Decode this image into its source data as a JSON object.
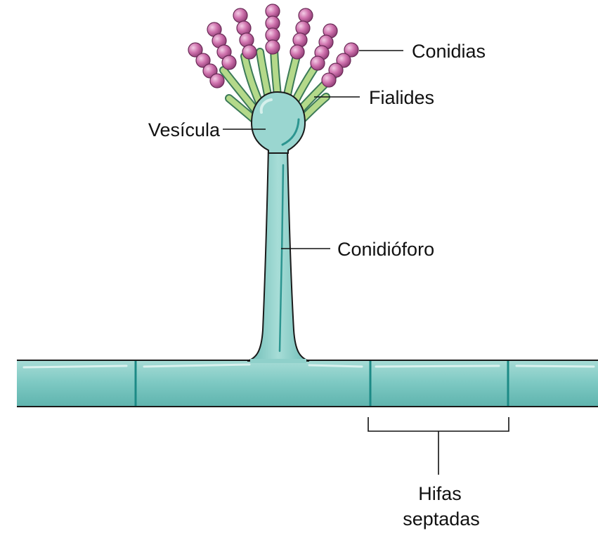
{
  "labels": {
    "conidia": "Conidias",
    "phialides": "Fialides",
    "vesicle": "Vesícula",
    "conidiophore": "Conidióforo",
    "hyphae_line1": "Hifas",
    "hyphae_line2": "septadas"
  },
  "colors": {
    "hypha_fill": "#7cc8c2",
    "hypha_highlight": "#bfe6e2",
    "hypha_outline": "#1a1a1a",
    "septum": "#1c8a86",
    "conidium": "#c96aa6",
    "conidium_highlight": "#f1c5e2",
    "phialide": "#a9d07e",
    "background": "#ffffff"
  }
}
